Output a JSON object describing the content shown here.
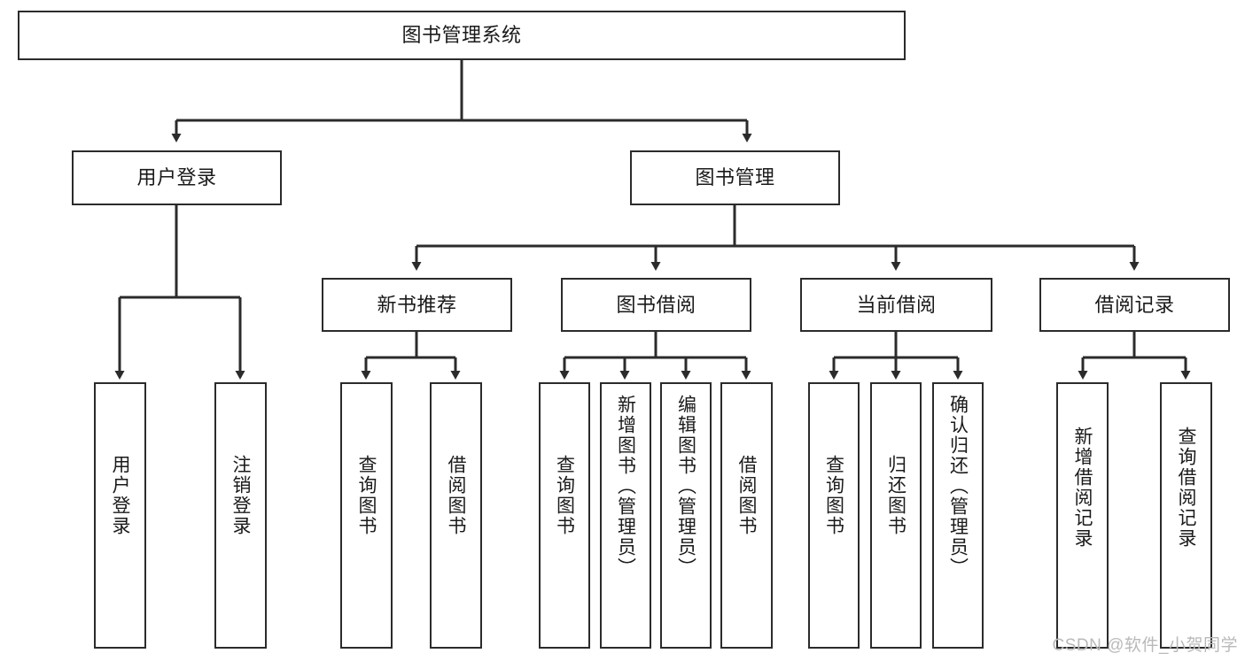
{
  "diagram": {
    "type": "tree-hierarchy",
    "title": "图书管理系统",
    "watermark": "CSDN @软件_小贺同学",
    "colors": {
      "box_border": "#2b2b2b",
      "box_fill": "#ffffff",
      "connector": "#2b2b2b",
      "background": "#ffffff",
      "watermark": "#b9b9b9"
    },
    "root": {
      "label": "图书管理系统"
    },
    "level1": [
      {
        "id": "user-login",
        "label": "用户登录"
      },
      {
        "id": "book-management",
        "label": "图书管理"
      }
    ],
    "level2": [
      {
        "id": "new-book-recommend",
        "label": "新书推荐",
        "parent": "book-management"
      },
      {
        "id": "book-borrow",
        "label": "图书借阅",
        "parent": "book-management"
      },
      {
        "id": "current-borrow",
        "label": "当前借阅",
        "parent": "book-management"
      },
      {
        "id": "borrow-record",
        "label": "借阅记录",
        "parent": "book-management"
      }
    ],
    "leaves": {
      "user-login": [
        {
          "id": "leaf-user-login",
          "label": "用户登录"
        },
        {
          "id": "leaf-logout-login",
          "label": "注销登录"
        }
      ],
      "new-book-recommend": [
        {
          "id": "leaf-query-book-1",
          "label": "查询图书"
        },
        {
          "id": "leaf-borrow-book-1",
          "label": "借阅图书"
        }
      ],
      "book-borrow": [
        {
          "id": "leaf-query-book-2",
          "label": "查询图书"
        },
        {
          "id": "leaf-add-book",
          "label": "新增图书（管理员）"
        },
        {
          "id": "leaf-edit-book",
          "label": "编辑图书（管理员）"
        },
        {
          "id": "leaf-borrow-book-2",
          "label": "借阅图书"
        }
      ],
      "current-borrow": [
        {
          "id": "leaf-query-book-3",
          "label": "查询图书"
        },
        {
          "id": "leaf-return-book",
          "label": "归还图书"
        },
        {
          "id": "leaf-confirm-return",
          "label": "确认归还（管理员）"
        }
      ],
      "borrow-record": [
        {
          "id": "leaf-add-record",
          "label": "新增借阅记录"
        },
        {
          "id": "leaf-query-record",
          "label": "查询借阅记录"
        }
      ]
    }
  }
}
